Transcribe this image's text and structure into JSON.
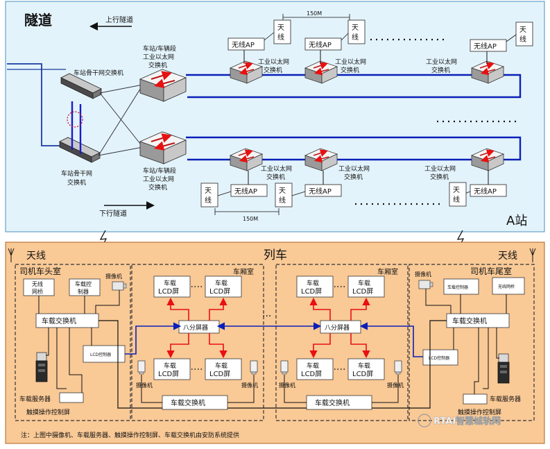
{
  "tunnel": {
    "title": "隧道",
    "up_tunnel": "上行隧道",
    "down_tunnel": "下行隧道",
    "spacing_label": "150M",
    "station_label": "A站",
    "backbone_label_top": "车站骨干网交换机",
    "backbone_label_bottom_l1": "车站骨干网",
    "backbone_label_bottom_l2": "交换机",
    "segment_label_l1": "车站/车辆段",
    "segment_label_l2": "工业以太网",
    "segment_label_l3": "交换机",
    "ies_label_l1": "工业以太网",
    "ies_label_l2": "交换机",
    "ap_label": "无线AP",
    "antenna_l1": "天",
    "antenna_l2": "线"
  },
  "train": {
    "title": "列车",
    "antenna_left": "天线",
    "antenna_right": "天线",
    "cab_head": "司机车头室",
    "cab_tail": "司机车尾室",
    "carriage": "车厢室",
    "wireless_bridge_l1": "无线",
    "wireless_bridge_l2": "网桥",
    "onboard_ctrl_l1": "车载控",
    "onboard_ctrl_l2": "制器",
    "onboard_ctrl_small": "车载控制器",
    "wireless_bridge_small": "无线网桥",
    "camera": "摄像机",
    "onboard_switch": "车载交换机",
    "lcd_ctrl": "LCD控制器",
    "onboard_server": "车载服务器",
    "touch_panel": "触摸操作控制屏",
    "lcd_l1": "车载",
    "lcd_l2": "LCD屏",
    "splitter": "八分屏器",
    "ellipsis": "..."
  },
  "footnote": "注：上图中摄像机、车载服务器、触摸操作控制屏、车载交换机由安防系统提供",
  "watermark": "RTAI智慧城轨网",
  "colors": {
    "tunnel_bg": "#e3f3fb",
    "train_bg": "#f9c996",
    "link_blue": "#0a1fb8",
    "arrow_red": "#e81010"
  }
}
